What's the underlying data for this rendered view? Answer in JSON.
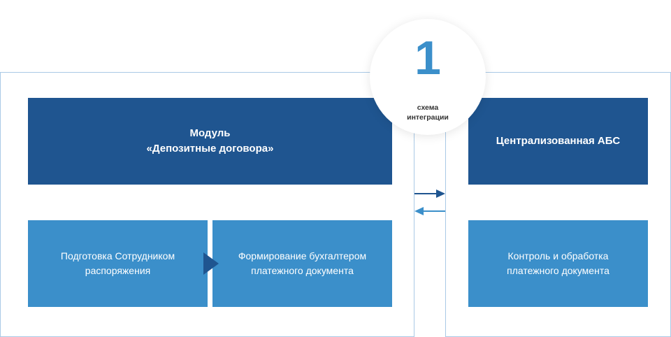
{
  "badge": {
    "number": "1",
    "caption_line1": "схема",
    "caption_line2": "интеграции"
  },
  "left_panel": {
    "module": {
      "line1": "Модуль",
      "line2": "«Депозитные договора»"
    },
    "step1": {
      "line1": "Подготовка Сотрудником",
      "line2": "распоряжения"
    },
    "step2": {
      "line1": "Формирование бухгалтером",
      "line2": "платежного документа"
    }
  },
  "right_panel": {
    "system": {
      "line1": "Централизованная АБС"
    },
    "step": {
      "line1": "Контроль и обработка",
      "line2": "платежного документа"
    }
  },
  "colors": {
    "dark_blue": "#1f5590",
    "light_blue": "#3b8fca",
    "border": "#a9c9e6"
  }
}
